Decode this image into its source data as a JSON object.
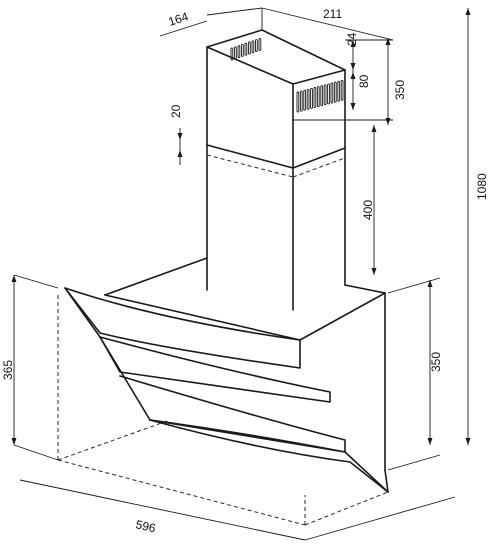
{
  "diagram": {
    "dimensions": {
      "chimney_depth": "164",
      "chimney_width": "211",
      "vent_offset_top": "24",
      "vent_height": "80",
      "upper_chimney_height": "350",
      "overlap": "20",
      "lower_chimney_height": "400",
      "total_height": "1080",
      "hood_depth": "365",
      "hood_height": "350",
      "hood_width": "596"
    },
    "watermark": "•"
  }
}
